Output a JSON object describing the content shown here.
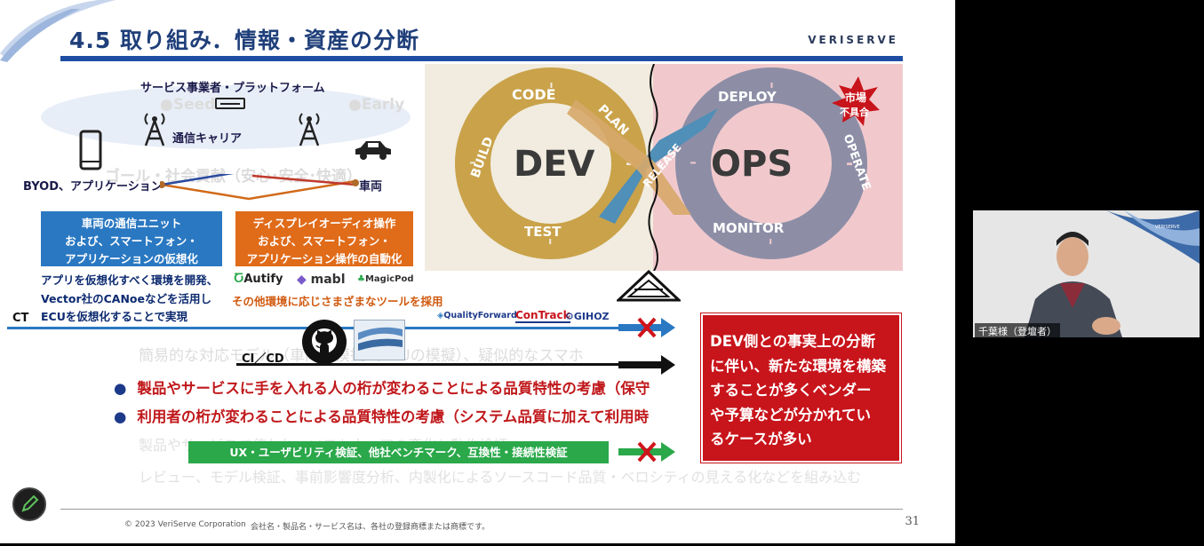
{
  "slide": {
    "title": "4.5 取り組み．情報・資産の分断",
    "brand": "VERISERVE",
    "ghost_texts": [
      "●Seed",
      "●Early",
      "ゴール・社会貢献（安心･安全･快適）",
      "簡易的な対応モデル（車両の模擬（TCUの模擬）、疑似的なスマホ"
    ],
    "ghost_lines": [
      "製品やサービスで使われ…ソフトウェアの変化と動作検証",
      "レビュー、モデル検証、事前影響度分析、内製化によるソースコード品質・ベロシティの見える化などを組み込む"
    ],
    "bullets": [
      "製品やサービスに手を入れる人の桁が変わることによる品質特性の考慮（保守",
      "利用者の桁が変わることによる品質特性の考慮（システム品質に加えて利用時"
    ],
    "diagram": {
      "service": "サービス事業者・プラットフォーム",
      "carrier": "通信キャリア",
      "byod": "BYOD、アプリケーション",
      "vehicle": "車両",
      "box_blue": [
        "車両の通信ユニット",
        "および、スマートフォン・",
        "アプリケーションの仮想化"
      ],
      "box_orange": [
        "ディスプレイオーディオ操作",
        "および、スマートフォン・",
        "アプリケーション操作の自動化"
      ],
      "desc_blue": [
        "アプリを仮想化すべく環境を開発、",
        "Vector社のCANoeなどを活用し",
        "ECUを仮想化することで実現"
      ],
      "desc_orange": "その他環境に応じさまざまなツールを採用",
      "tools": [
        "Autify",
        "mabl",
        "MagicPod",
        "QualityForward",
        "ConTrack",
        "GIHOZ"
      ],
      "ct": "CT",
      "cicd": "CI／CD",
      "devops": {
        "dev": "DEV",
        "ops": "OPS",
        "build": "BUILD",
        "code": "CODE",
        "plan": "PLAN",
        "test": "TEST",
        "release": "RELEASE",
        "deploy": "DEPLOY",
        "operate": "OPERATE",
        "monitor": "MONITOR"
      },
      "market_fault": [
        "市場",
        "不具合"
      ],
      "green_bar": "UX・ユーザビリティ検証、他社ベンチマーク、互換性・接続性検証"
    },
    "red_box": [
      "DEV側との事実上の分断",
      "に伴い、新たな環境を構築",
      "することが多くベンダー",
      "や予算などが分かれてい",
      "るケースが多い"
    ],
    "footer": {
      "copyright": "© 2023 VeriServe Corporation",
      "notice": "会社名・製品名・サービス名は、各社の登録商標または商標です。",
      "page": "31"
    }
  },
  "video": {
    "speaker_label": "千葉様（登壇者）",
    "brand": "VERISERVE"
  },
  "colors": {
    "title": "#1f3f7a",
    "rule": "#1d4ea3",
    "red": "#c8141b",
    "blue_box": "#2a78c2",
    "orange_box": "#e06b19",
    "green": "#2aa84a",
    "dev_gold": "#c9a24a",
    "ops_gray": "#8d8ea6"
  },
  "icons": [
    "pencil-icon",
    "antenna-icon",
    "phone-icon",
    "car-icon",
    "router-icon",
    "github-icon",
    "subversion-icon",
    "cross-icon",
    "arrow-icon"
  ]
}
